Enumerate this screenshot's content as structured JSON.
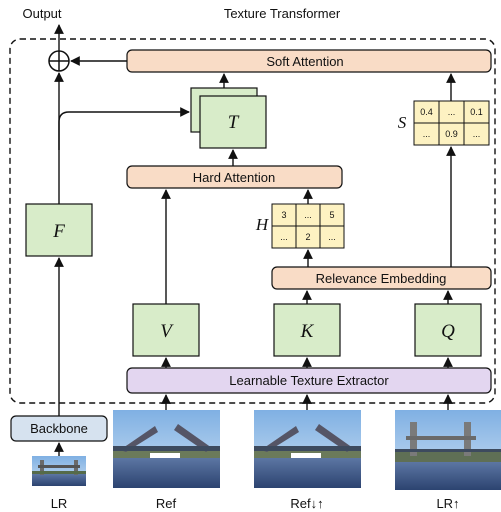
{
  "title": "Texture Transformer",
  "output_label": "Output",
  "blocks": {
    "soft_attention": "Soft Attention",
    "hard_attention": "Hard Attention",
    "relevance_embedding": "Relevance Embedding",
    "learnable_texture_extractor": "Learnable Texture Extractor",
    "backbone": "Backbone"
  },
  "variables": {
    "T": "T",
    "F": "F",
    "V": "V",
    "K": "K",
    "Q": "Q",
    "S": "S",
    "H": "H"
  },
  "s_matrix": [
    [
      "0.4",
      "...",
      "0.1"
    ],
    [
      "...",
      "0.9",
      "..."
    ]
  ],
  "h_matrix": [
    [
      "3",
      "...",
      "5"
    ],
    [
      "...",
      "2",
      "..."
    ]
  ],
  "inputs": {
    "lr": "LR",
    "ref": "Ref",
    "ref_du": "Ref↓↑",
    "lr_up": "LR↑"
  },
  "colors": {
    "peach": "#f9dcc6",
    "green": "#d8ecc9",
    "lavender": "#e3d6f0",
    "blue_gray": "#d6e2ef",
    "matrix_cell": "#fdf2c2",
    "sky": "#9fc3ea",
    "water": "#3f5a86"
  }
}
